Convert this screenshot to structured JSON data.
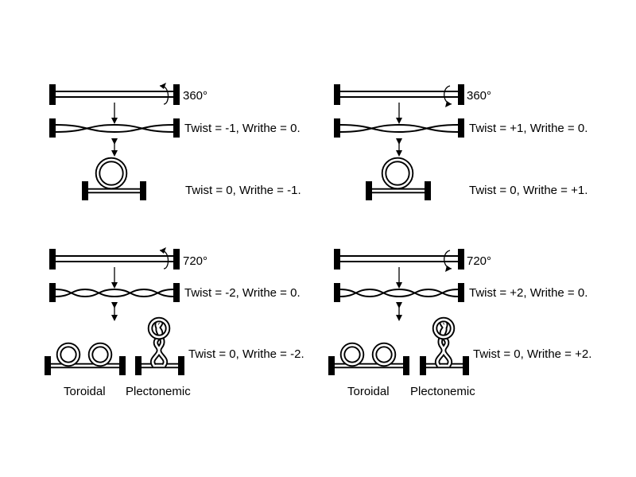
{
  "panels": [
    {
      "rotation": "360°",
      "twisted_label": "Twist = -1, Writhe = 0.",
      "writhed_label": "Twist = 0, Writhe = -1."
    },
    {
      "rotation": "360°",
      "twisted_label": "Twist = +1, Writhe = 0.",
      "writhed_label": "Twist = 0, Writhe = +1."
    },
    {
      "rotation": "720°",
      "twisted_label": "Twist = -2, Writhe = 0.",
      "writhed_label": "Twist = 0, Writhe = -2.",
      "toroidal_label": "Toroidal",
      "plectonemic_label": "Plectonemic"
    },
    {
      "rotation": "720°",
      "twisted_label": "Twist = +2, Writhe = 0.",
      "writhed_label": "Twist = 0, Writhe = +2.",
      "toroidal_label": "Toroidal",
      "plectonemic_label": "Plectonemic"
    }
  ]
}
